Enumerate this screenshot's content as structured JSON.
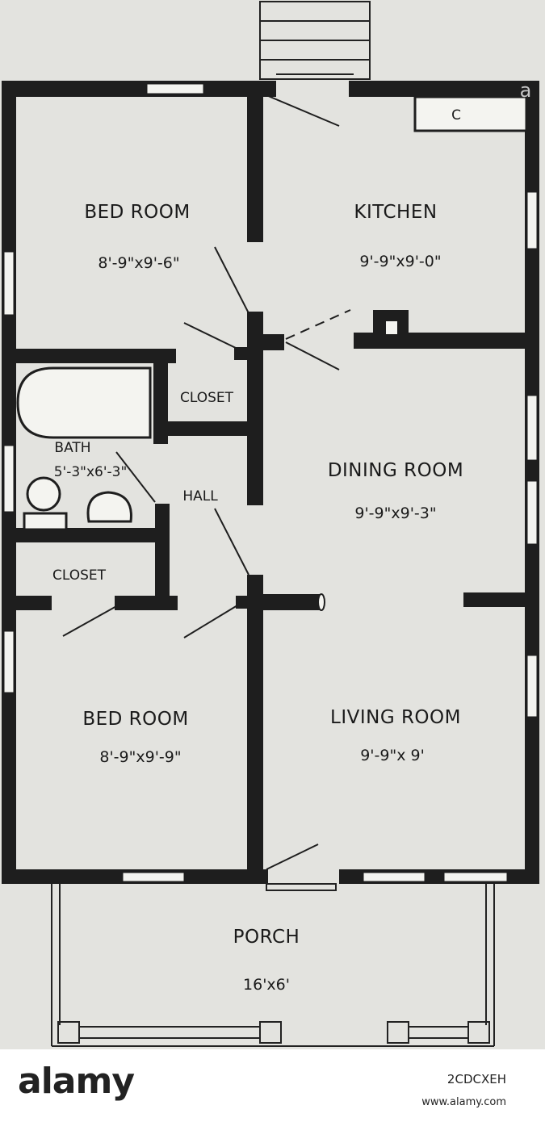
{
  "plan": {
    "rooms": {
      "bedroom_top": {
        "name": "BED ROOM",
        "dims": "8'-9\"x9'-6\""
      },
      "kitchen": {
        "name": "KITCHEN",
        "dims": "9'-9\"x9'-0\""
      },
      "closet_upper": {
        "name": "CLOSET"
      },
      "bath": {
        "name": "BATH",
        "dims": "5'-3\"x6'-3\""
      },
      "hall": {
        "name": "HALL"
      },
      "dining": {
        "name": "DINING ROOM",
        "dims": "9'-9\"x9'-3\""
      },
      "closet_lower": {
        "name": "CLOSET"
      },
      "bedroom_bottom": {
        "name": "BED ROOM",
        "dims": "8'-9\"x9'-9\""
      },
      "living": {
        "name": "LIVING ROOM",
        "dims": "9'-9\"x 9'"
      },
      "porch": {
        "name": "PORCH",
        "dims": "16'x6'"
      }
    },
    "cupboard_mark": "C",
    "colors": {
      "wall": "#1e1e1e",
      "paper": "#e3e3df",
      "fixture": "#f4f4f0"
    }
  },
  "footer": {
    "brand": "alamy",
    "image_id": "2CDCXEH",
    "site": "www.alamy.com"
  },
  "watermark": "a"
}
